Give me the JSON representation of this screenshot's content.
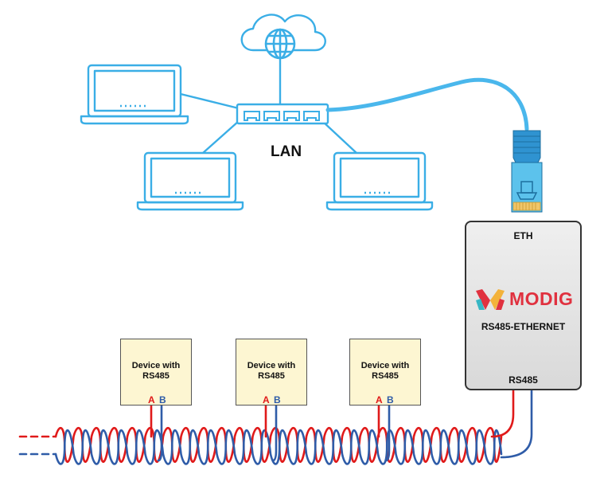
{
  "network": {
    "lan_label": "LAN"
  },
  "gateway": {
    "eth_label": "ETH",
    "logo_text": "MODIG",
    "model_label": "RS485-ETHERNET",
    "rs485_label": "RS485"
  },
  "devices": [
    {
      "label": "Device with\nRS485",
      "terminal_a": "A",
      "terminal_b": "B"
    },
    {
      "label": "Device with\nRS485",
      "terminal_a": "A",
      "terminal_b": "B"
    },
    {
      "label": "Device with\nRS485",
      "terminal_a": "A",
      "terminal_b": "B"
    }
  ],
  "colors": {
    "network_blue": "#3aaee6",
    "cable_blue": "#4ab7ec",
    "wire_a": "#e01a1a",
    "wire_b": "#2f5ca8",
    "device_fill": "#fdf6d2",
    "gateway_border": "#333333",
    "logo_red": "#e0313f",
    "logo_yellow": "#f3b23a",
    "logo_teal": "#36b6c4"
  },
  "icons": [
    "cloud-icon",
    "globe-icon",
    "switch-icon",
    "laptop-icon",
    "ethernet-plug-icon",
    "modig-logo-icon"
  ]
}
